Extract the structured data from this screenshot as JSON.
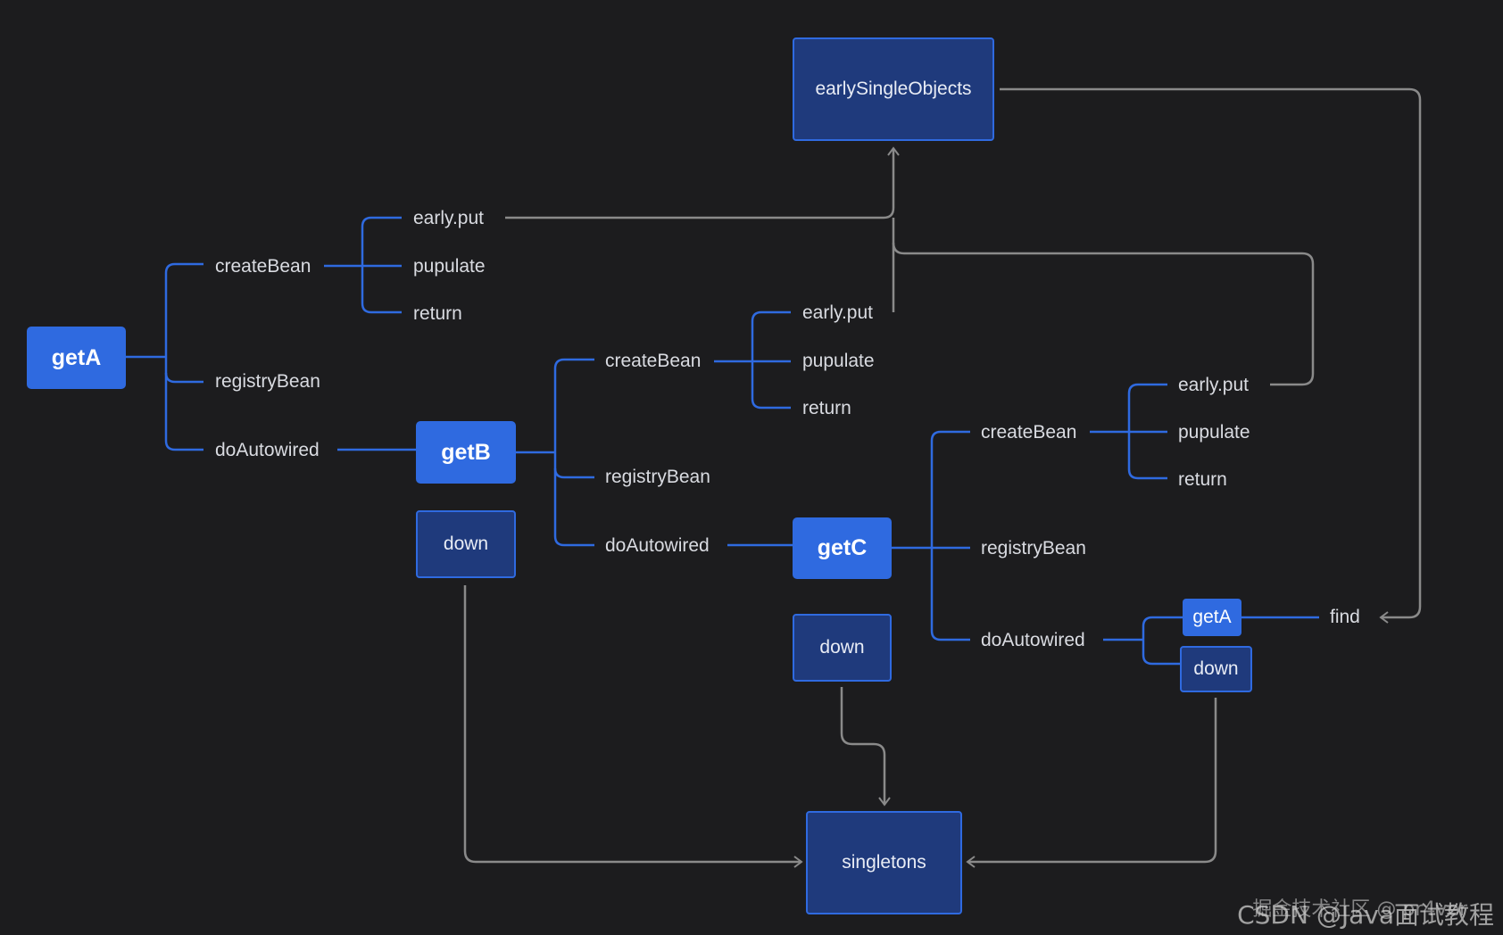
{
  "colors": {
    "background": "#1c1c1e",
    "primary_node": "#2f6ae0",
    "secondary_node": "#1f3a7c",
    "tree_line": "#2f6ae0",
    "flow_line": "#8a8a8a"
  },
  "nodes": {
    "early_single_objects": "earlySingleObjects",
    "singletons": "singletons",
    "get_a": "getA",
    "get_b": "getB",
    "get_c": "getC",
    "get_a_small": "getA",
    "down_b": "down",
    "down_c": "down",
    "down_a": "down"
  },
  "tree_a": {
    "create_bean": "createBean",
    "registry_bean": "registryBean",
    "do_autowired": "doAutowired",
    "early_put": "early.put",
    "pupulate": "pupulate",
    "return": "return"
  },
  "tree_b": {
    "create_bean": "createBean",
    "registry_bean": "registryBean",
    "do_autowired": "doAutowired",
    "early_put": "early.put",
    "pupulate": "pupulate",
    "return": "return"
  },
  "tree_c": {
    "create_bean": "createBean",
    "registry_bean": "registryBean",
    "do_autowired": "doAutowired",
    "early_put": "early.put",
    "pupulate": "pupulate",
    "return": "return"
  },
  "find_label": "find",
  "watermark": {
    "line1": "CSDN @Java面试教程",
    "line2": "掘金技术社区 @ pr4ver"
  }
}
